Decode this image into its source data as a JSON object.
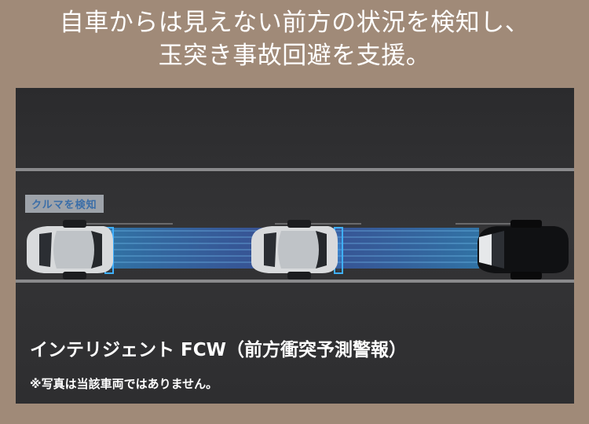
{
  "headline": {
    "line1": "自車からは見えない前方の状況を検知し、",
    "line2": "玉突き事故回避を支援。"
  },
  "scene": {
    "detect_label": "クルマを検知",
    "caption_title": "インテリジェント FCW（前方衝突予測警報）",
    "caption_note": "※写真は当該車両ではありません。"
  },
  "colors": {
    "background": "#a08a78",
    "road": "#333335",
    "beam": "#2fa6ff",
    "label_bg": "#9ea3aa",
    "label_text": "#3b6ea8"
  }
}
